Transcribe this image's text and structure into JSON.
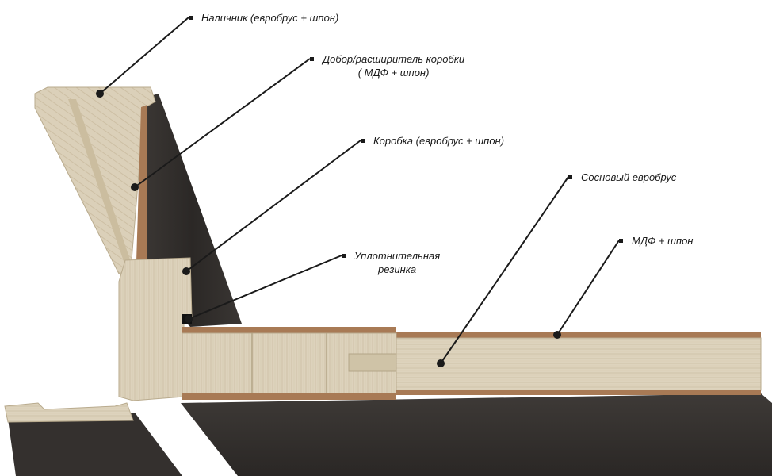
{
  "colors": {
    "wood_light": "#ddd2bc",
    "wood_shadow": "#c8bb9f",
    "mdf": "#a87a55",
    "door_dark": "#2e2b29",
    "door_mid": "#45413e",
    "leader": "#1a1a1a"
  },
  "callouts": [
    {
      "id": "nalichnik",
      "lines": [
        "Наличник (евробрус + шпон)"
      ]
    },
    {
      "id": "dobor",
      "lines": [
        "Добор/расширитель коробки",
        "( МДФ + шпон)"
      ]
    },
    {
      "id": "korobka",
      "lines": [
        "Коробка (евробрус + шпон)"
      ]
    },
    {
      "id": "uplotnitel",
      "lines": [
        "Уплотнительная",
        "резинка"
      ]
    },
    {
      "id": "evrobrus",
      "lines": [
        "Сосновый евробрус"
      ]
    },
    {
      "id": "mdf",
      "lines": [
        "МДФ + шпон"
      ]
    }
  ]
}
